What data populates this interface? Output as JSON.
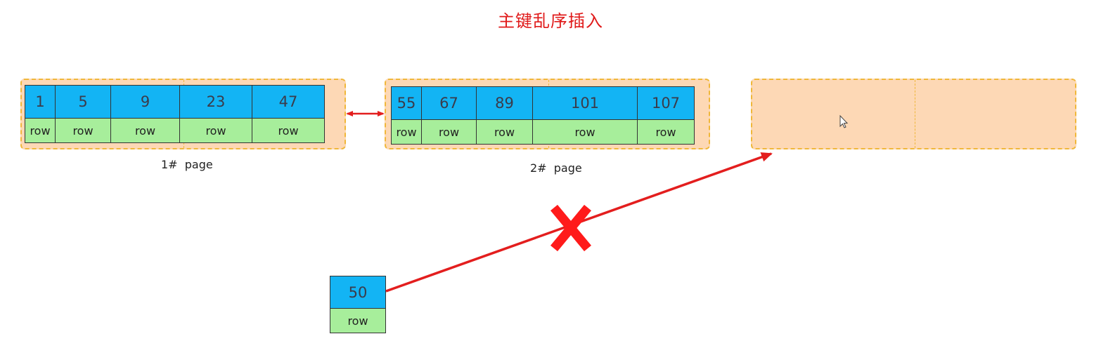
{
  "title": "主键乱序插入",
  "pages": [
    {
      "label": "1#  page",
      "records": [
        {
          "key": "1",
          "row": "row"
        },
        {
          "key": "5",
          "row": "row"
        },
        {
          "key": "9",
          "row": "row"
        },
        {
          "key": "23",
          "row": "row"
        },
        {
          "key": "47",
          "row": "row"
        }
      ]
    },
    {
      "label": "2#  page",
      "records": [
        {
          "key": "55",
          "row": "row"
        },
        {
          "key": "67",
          "row": "row"
        },
        {
          "key": "89",
          "row": "row"
        },
        {
          "key": "101",
          "row": "row"
        },
        {
          "key": "107",
          "row": "row"
        }
      ]
    },
    {
      "label": "",
      "records": []
    }
  ],
  "new_record": {
    "key": "50",
    "row": "row"
  },
  "colors": {
    "title": "#e01a1a",
    "page_fill": "#fdd8b5",
    "page_border": "#f0b73a",
    "key_fill": "#13b4f4",
    "row_fill": "#a7ee9b",
    "arrow": "#e31e1e"
  }
}
